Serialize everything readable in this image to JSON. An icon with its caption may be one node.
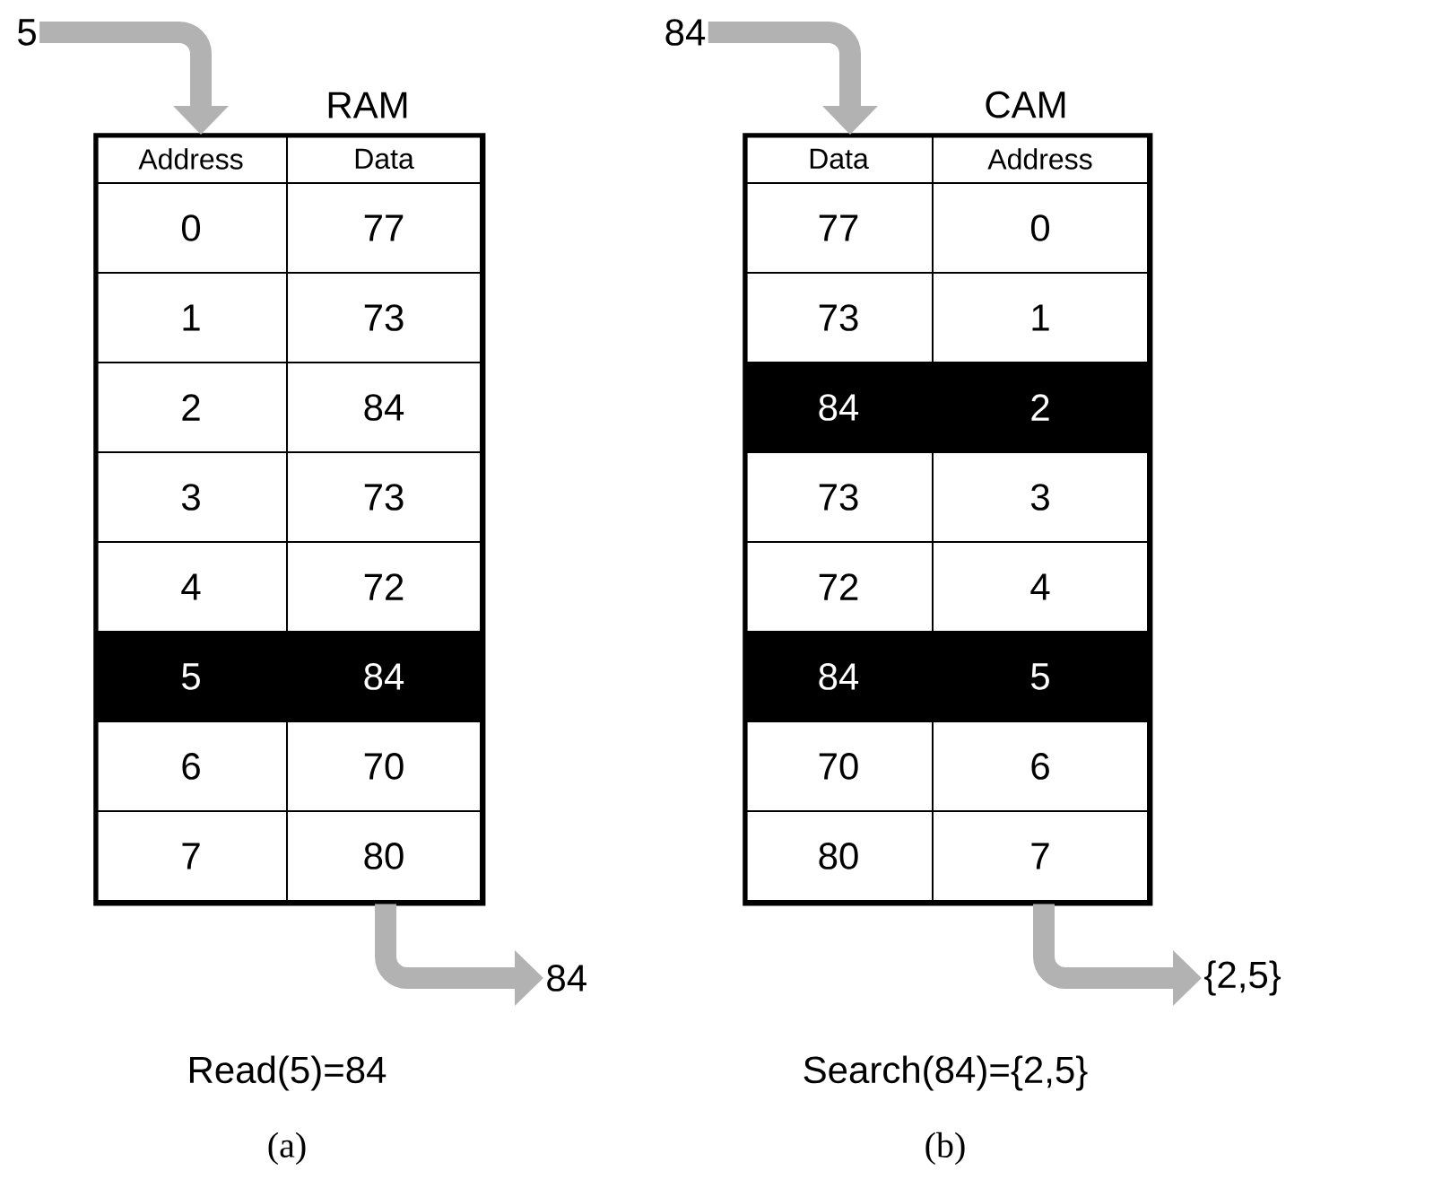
{
  "diagram": {
    "nodes": [
      {
        "text": [
          "5"
        ]
      },
      {
        "text": [
          "RAM"
        ]
      },
      {
        "text": [
          "84"
        ]
      },
      {
        "text": [
          "84"
        ]
      },
      {
        "text": [
          "CAM"
        ]
      },
      {
        "text": [
          "{2,5}"
        ]
      }
    ],
    "edges": [
      {
        "from": 0,
        "to": 1,
        "arrow": "to"
      },
      {
        "from": 1,
        "to": 2,
        "arrow": "to"
      },
      {
        "from": 3,
        "to": 4,
        "arrow": "to"
      },
      {
        "from": 4,
        "to": 5,
        "arrow": "to"
      }
    ],
    "labels": [
      "Address",
      "Data",
      "0",
      "77",
      "1",
      "73",
      "2",
      "84",
      "3",
      "73",
      "4",
      "72",
      "5",
      "84",
      "6",
      "70",
      "7",
      "80",
      "Read(5)=84",
      "(a)",
      "Data",
      "Address",
      "77",
      "0",
      "73",
      "1",
      "84",
      "2",
      "73",
      "3",
      "72",
      "4",
      "84",
      "5",
      "70",
      "6",
      "80",
      "7",
      "Search(84)={2,5}",
      "(b)"
    ]
  }
}
